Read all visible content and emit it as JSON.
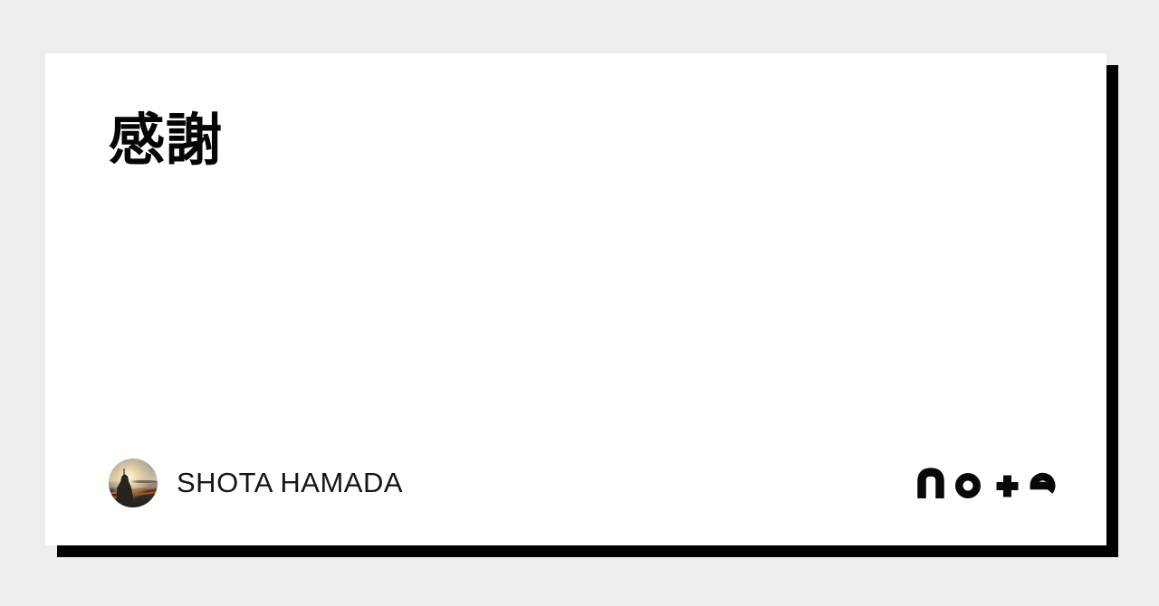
{
  "page": {
    "background_color": "#eeeeee"
  },
  "card": {
    "background_color": "#ffffff",
    "shadow_color": "#000000"
  },
  "title": {
    "text": "感謝"
  },
  "author": {
    "name": "SHOTA HAMADA",
    "avatar_description": "sunset-over-water-photo"
  },
  "brand": {
    "name": "note",
    "wordmark": "no+e",
    "color": "#08080b"
  }
}
